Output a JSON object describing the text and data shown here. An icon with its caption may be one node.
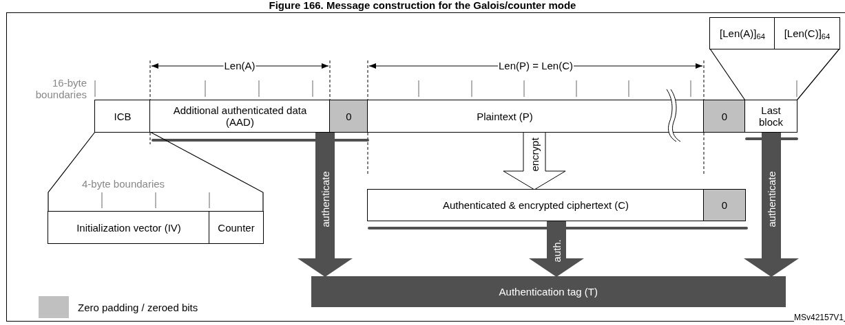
{
  "diagram": {
    "title": "Figure 166. Message construction for the Galois/counter mode",
    "nodes": [
      {
        "text": [
          "ICB"
        ]
      },
      {
        "text": [
          "Additional authenticated data (AAD)"
        ]
      },
      {
        "text": [
          "0"
        ]
      },
      {
        "text": [
          "Plaintext (P)"
        ]
      },
      {
        "text": [
          "0"
        ]
      },
      {
        "text": [
          "Last block"
        ]
      },
      {
        "text": [
          "[Len(A)]$_{64}$"
        ]
      },
      {
        "text": [
          "[Len(C)]$_{64}$"
        ]
      },
      {
        "text": [
          "Initialization vector (IV)"
        ]
      },
      {
        "text": [
          "Counter"
        ]
      },
      {
        "text": [
          "Authenticated & encrypted ciphertext (C)"
        ]
      },
      {
        "text": [
          "0"
        ]
      },
      {
        "text": [
          "Authentication tag (T)"
        ]
      }
    ],
    "edges": [
      {
        "from": 1,
        "to": 12,
        "arrow": "to",
        "label": "authenticate",
        "style": "thick"
      },
      {
        "from": 3,
        "to": 10,
        "arrow": "to",
        "label": "encrypt",
        "style": "thick",
        "color": "#ffffff"
      },
      {
        "from": 10,
        "to": 12,
        "arrow": "to",
        "label": "auth.",
        "style": "thick"
      },
      {
        "from": 5,
        "to": 12,
        "arrow": "to",
        "label": "authenticate",
        "style": "thick"
      },
      {
        "from": 0,
        "to": 8,
        "arrow": "none"
      },
      {
        "from": 0,
        "to": 9,
        "arrow": "none"
      },
      {
        "from": 5,
        "to": 6,
        "arrow": "none"
      },
      {
        "from": 5,
        "to": 7,
        "arrow": "none"
      }
    ],
    "labels": [
      "16-byte boundaries",
      "Len(A)",
      "Len(P) = Len(C)",
      "4-byte boundaries",
      "MSv42157V1"
    ],
    "legend": [
      {
        "text": "Zero padding / zeroed bits",
        "color": "#c0c0c0"
      }
    ]
  }
}
